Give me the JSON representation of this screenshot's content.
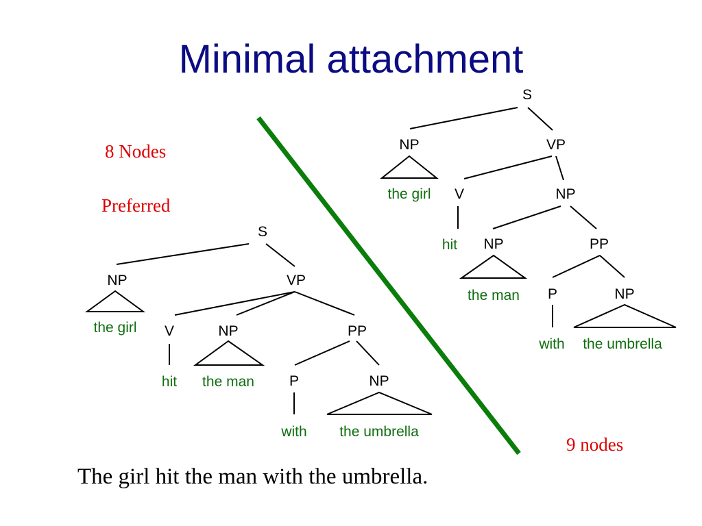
{
  "title": "Minimal attachment",
  "colors": {
    "title": "#0b0b82",
    "node_label": "#000000",
    "word": "#0f6e0f",
    "annotation": "#dd0000",
    "divider": "#0a7d0a"
  },
  "left_tree": {
    "caption": "8 Nodes",
    "status": "Preferred",
    "nodes": {
      "s": "S",
      "np_subject": "NP",
      "vp": "VP",
      "v": "V",
      "np_object": "NP",
      "pp": "PP",
      "p": "P",
      "np_pp": "NP"
    },
    "words": {
      "subject": "the girl",
      "verb": "hit",
      "object": "the man",
      "prep": "with",
      "pp_object": "the umbrella"
    }
  },
  "right_tree": {
    "caption": "9 nodes",
    "nodes": {
      "s": "S",
      "np_subject": "NP",
      "vp": "VP",
      "v": "V",
      "np_complex": "NP",
      "np_object": "NP",
      "pp": "PP",
      "p": "P",
      "np_pp": "NP"
    },
    "words": {
      "subject": "the girl",
      "verb": "hit",
      "object": "the man",
      "prep": "with",
      "pp_object": "the umbrella"
    }
  },
  "sentence": "The girl hit the man with the umbrella."
}
